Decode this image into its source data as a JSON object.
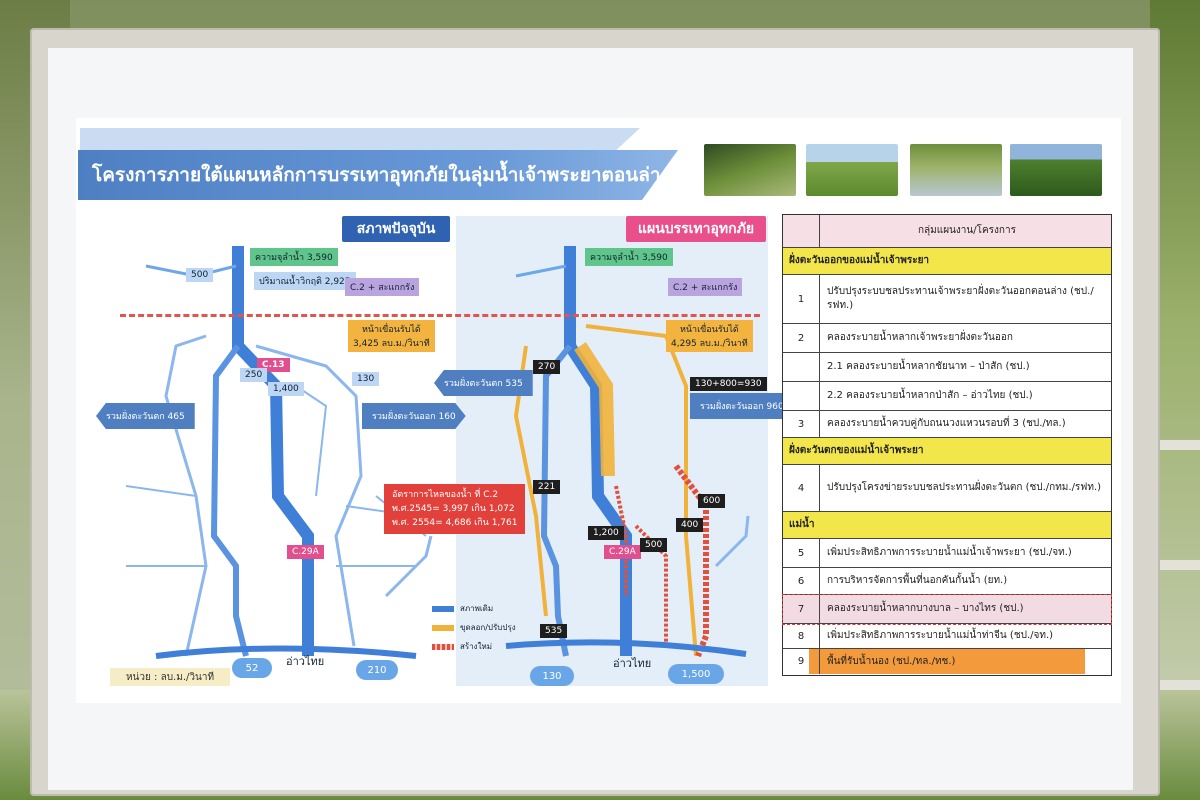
{
  "poster": {
    "title": "โครงการภายใต้แผนหลักการบรรเทาอุทกภัยในลุ่มน้ำเจ้าพระยาตอนล่าง"
  },
  "left_panel": {
    "header": "สภาพปัจจุบัน",
    "capacity": "ความจุลำน้ำ 3,590",
    "critical": "ปริมาณน้ำวิกฤติ 2,925",
    "c2_sakae": "C.2 + สะแกกรัง",
    "dam_text": "หน้าเขื่อนรับได้\n3,425 ลบ.ม./วินาที",
    "station_c13": "C.13",
    "station_c29a": "C.29A",
    "west_total": "รวมฝั่งตะวันตก 465",
    "east_total": "รวมฝั่งตะวันออก 160",
    "west_total_mid": "รวมฝั่งตะวันตก 535",
    "flow_note": "อัตราการไหลของน้ำ ที่ C.2\nพ.ศ.2545= 3,997 เกิน 1,072\nพ.ศ. 2554= 4,686 เกิน 1,761",
    "gulf": "อ่าวไทย",
    "sea_left": "52",
    "sea_right": "210",
    "unit": "หน่วย : ลบ.ม./วินาที",
    "num_500": "500",
    "num_250": "250",
    "num_1400": "1,400",
    "num_130": "130"
  },
  "legend": {
    "existing": "สภาพเดิม",
    "improve": "ขุดลอก/ปรับปรุง",
    "new": "สร้างใหม่"
  },
  "right_panel": {
    "header": "แผนบรรเทาอุทกภัย",
    "capacity": "ความจุลำน้ำ 3,590",
    "c2_sakae": "C.2 + สะแกกรัง",
    "dam_text": "หน้าเขื่อนรับได้\n4,295 ลบ.ม./วินาที",
    "combo": "130+800=930",
    "east_total": "รวมฝั่งตะวันออก 960",
    "station_c29a": "C.29A",
    "gulf": "อ่าวไทย",
    "sea_left": "130",
    "sea_right": "1,500",
    "num_270": "270",
    "num_221": "221",
    "num_535": "535",
    "num_1200": "1,200",
    "num_500": "500",
    "num_400": "400",
    "num_600": "600"
  },
  "table": {
    "header": "กลุ่มแผนงาน/โครงการ",
    "sections": [
      "ฝั่งตะวันออกของแม่น้ำเจ้าพระยา",
      "ฝั่งตะวันตกของแม่น้ำเจ้าพระยา",
      "แม่น้ำ"
    ],
    "rows": [
      {
        "num": "1",
        "text": "ปรับปรุงระบบชลประทานเจ้าพระยาฝั่งตะวันออกตอนล่าง (ชป./รฟท.)"
      },
      {
        "num": "2",
        "text": "คลองระบายน้ำหลากเจ้าพระยาฝั่งตะวันออก"
      },
      {
        "num": "",
        "text": "2.1 คลองระบายน้ำหลากชัยนาท – ป่าสัก (ชป.)"
      },
      {
        "num": "",
        "text": "2.2 คลองระบายน้ำหลากป่าสัก – อ่าวไทย (ชป.)"
      },
      {
        "num": "3",
        "text": "คลองระบายน้ำควบคู่กับถนนวงแหวนรอบที่ 3 (ชป./ทล.)"
      },
      {
        "num": "4",
        "text": "ปรับปรุงโครงข่ายระบบชลประทานฝั่งตะวันตก (ชป./กทม./รฟท.)"
      },
      {
        "num": "5",
        "text": "เพิ่มประสิทธิภาพการระบายน้ำแม่น้ำเจ้าพระยา (ชป./จท.)"
      },
      {
        "num": "6",
        "text": "การบริหารจัดการพื้นที่นอกคันกั้นน้ำ (ยท.)"
      },
      {
        "num": "7",
        "text": "คลองระบายน้ำหลากบางบาล – บางไทร (ชป.)"
      },
      {
        "num": "8",
        "text": "เพิ่มประสิทธิภาพการระบายน้ำแม่น้ำท่าจีน (ชป./จท.)"
      },
      {
        "num": "9",
        "text": "พื้นที่รับน้ำนอง (ชป./ทล./ทช.)"
      }
    ]
  },
  "colors": {
    "river": "#3f7fd8",
    "improve": "#f0b23a",
    "new": "#e2503c",
    "title_bar": "#4e7fc3",
    "section": "#f2e64a"
  }
}
